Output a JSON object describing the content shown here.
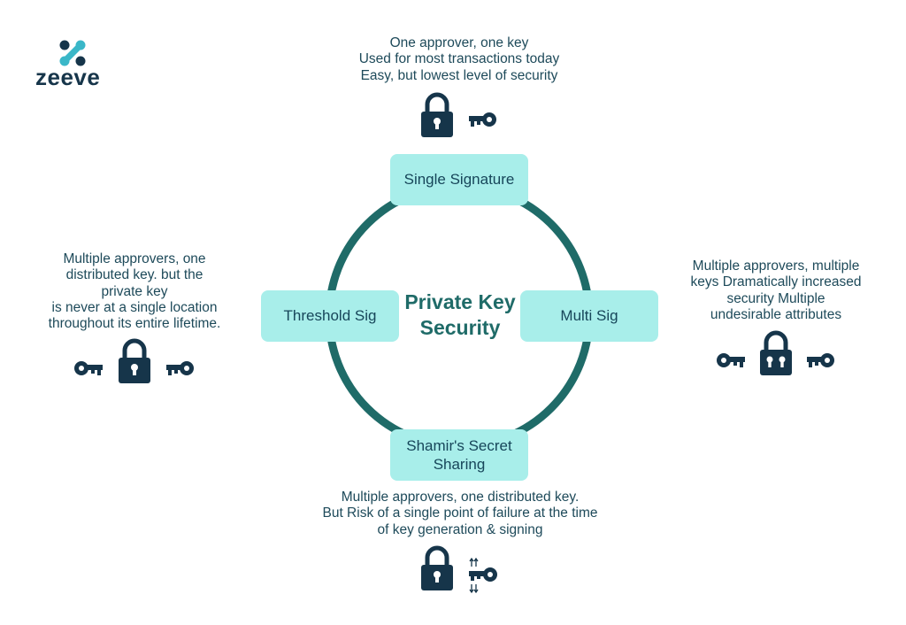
{
  "brand": {
    "name": "zeeve",
    "colors": {
      "dark": "#16354a",
      "accent": "#3ab7c8",
      "teal": "#1f6b68",
      "node_fill": "#a8eeea"
    }
  },
  "diagram": {
    "center_title_lines": [
      "Private Key",
      "Security"
    ],
    "nodes": {
      "top": "Single Signature",
      "left": "Threshold Sig",
      "right": "Multi Sig",
      "bottom_lines": [
        "Shamir's Secret",
        "Sharing"
      ]
    },
    "descriptions": {
      "top": [
        "One approver, one key",
        "Used for most transactions today",
        "Easy, but lowest level of security"
      ],
      "left": [
        "Multiple approvers, one",
        "distributed key. but the",
        "private key",
        "is never at a single location",
        "throughout its entire lifetime."
      ],
      "right": [
        "Multiple approvers, multiple",
        "keys Dramatically increased",
        "security Multiple",
        "undesirable attributes"
      ],
      "bottom": [
        "Multiple approvers, one distributed key.",
        "But Risk of a single point of failure at the time",
        "of key generation & signing"
      ]
    },
    "icons": {
      "top": [
        "padlock-icon",
        "key-icon"
      ],
      "left": [
        "key-icon",
        "padlock-icon",
        "key-icon"
      ],
      "right": [
        "key-icon",
        "double-padlock-icon",
        "key-icon"
      ],
      "bottom": [
        "padlock-icon",
        "split-key-icon"
      ]
    }
  }
}
